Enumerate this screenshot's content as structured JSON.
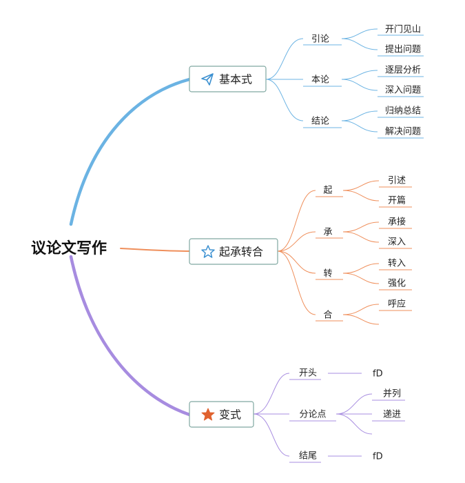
{
  "root": {
    "label": "议论文写作"
  },
  "branches": [
    {
      "label": "基本式",
      "icon": "paper-plane-icon",
      "color": "#6bb3e3",
      "children": [
        {
          "label": "引论",
          "leaves": [
            "开门见山",
            "提出问题"
          ]
        },
        {
          "label": "本论",
          "leaves": [
            "逐层分析",
            "深入问题"
          ]
        },
        {
          "label": "结论",
          "leaves": [
            "归纳总结",
            "解决问题"
          ]
        }
      ]
    },
    {
      "label": "起承转合",
      "icon": "star-outline-icon",
      "color": "#ef8e5a",
      "children": [
        {
          "label": "起",
          "leaves": [
            "引述",
            "开篇"
          ]
        },
        {
          "label": "承",
          "leaves": [
            "承接",
            "深入"
          ]
        },
        {
          "label": "转",
          "leaves": [
            "转入",
            "强化"
          ]
        },
        {
          "label": "合",
          "leaves": [
            "呼应",
            ""
          ]
        }
      ]
    },
    {
      "label": "变式",
      "icon": "star-filled-icon",
      "color": "#a78ce0",
      "children": [
        {
          "label": "开头",
          "leaves": [
            "fD"
          ]
        },
        {
          "label": "分论点",
          "leaves": [
            "并列",
            "递进",
            ""
          ]
        },
        {
          "label": "结尾",
          "leaves": [
            "fD"
          ]
        }
      ]
    }
  ]
}
